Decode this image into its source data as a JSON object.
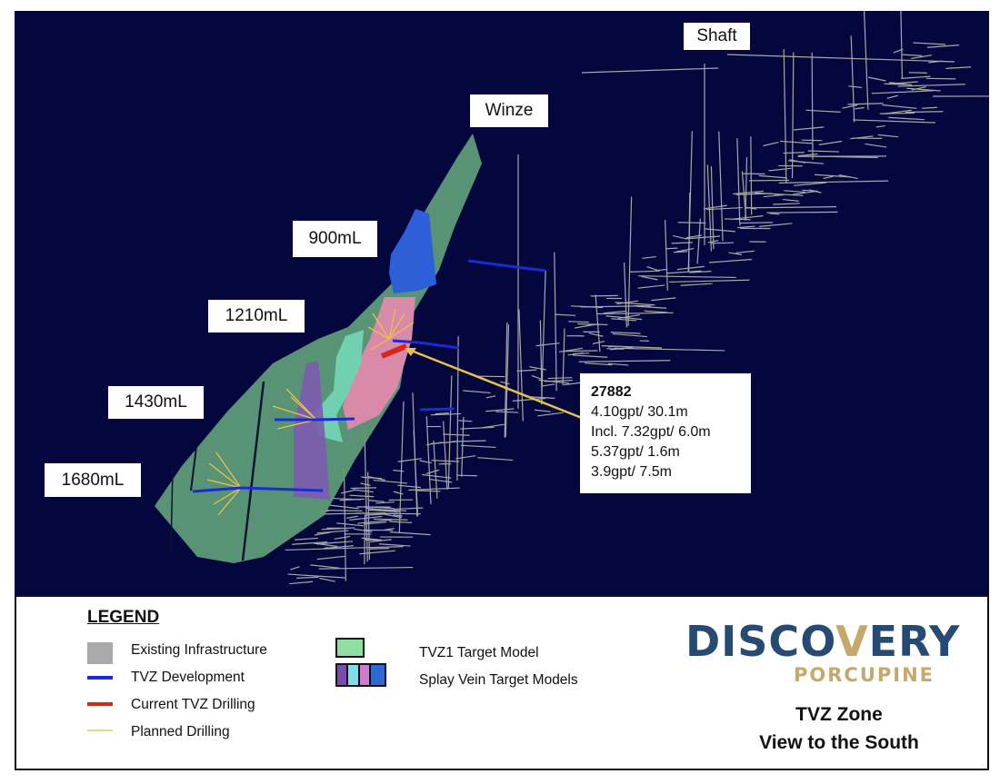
{
  "diagram": {
    "labels": {
      "shaft": "Shaft",
      "winze": "Winze",
      "l900": "900mL",
      "l1210": "1210mL",
      "l1430": "1430mL",
      "l1680": "1680mL"
    },
    "callout": {
      "hole": "27882",
      "lines": [
        "4.10gpt/ 30.1m",
        "Incl. 7.32gpt/ 6.0m",
        "5.37gpt/ 1.6m",
        "3.9gpt/ 7.5m"
      ]
    },
    "colors": {
      "background": "#04073d",
      "tvz1": "#5e9b78",
      "splay_blue": "#2f5fd8",
      "splay_pink": "#d98aa8",
      "splay_teal": "#6fd1b0",
      "splay_purple": "#7b5bb0",
      "infrastructure": "#a8a8a8",
      "development": "#1a2bd6",
      "current_drilling": "#d8261c",
      "planned_drilling": "#e8c24a"
    }
  },
  "legend": {
    "title": "LEGEND",
    "items": [
      "Existing Infrastructure",
      "TVZ Development",
      "Current TVZ Drilling",
      "Planned Drilling",
      "TVZ1 Target Model",
      "Splay Vein Target Models"
    ]
  },
  "logo": {
    "brand_pre": "DISCO",
    "brand_v": "V",
    "brand_post": "ERY",
    "sub": "PORCUPINE"
  },
  "caption": {
    "line1": "TVZ Zone",
    "line2": "View to the South"
  }
}
